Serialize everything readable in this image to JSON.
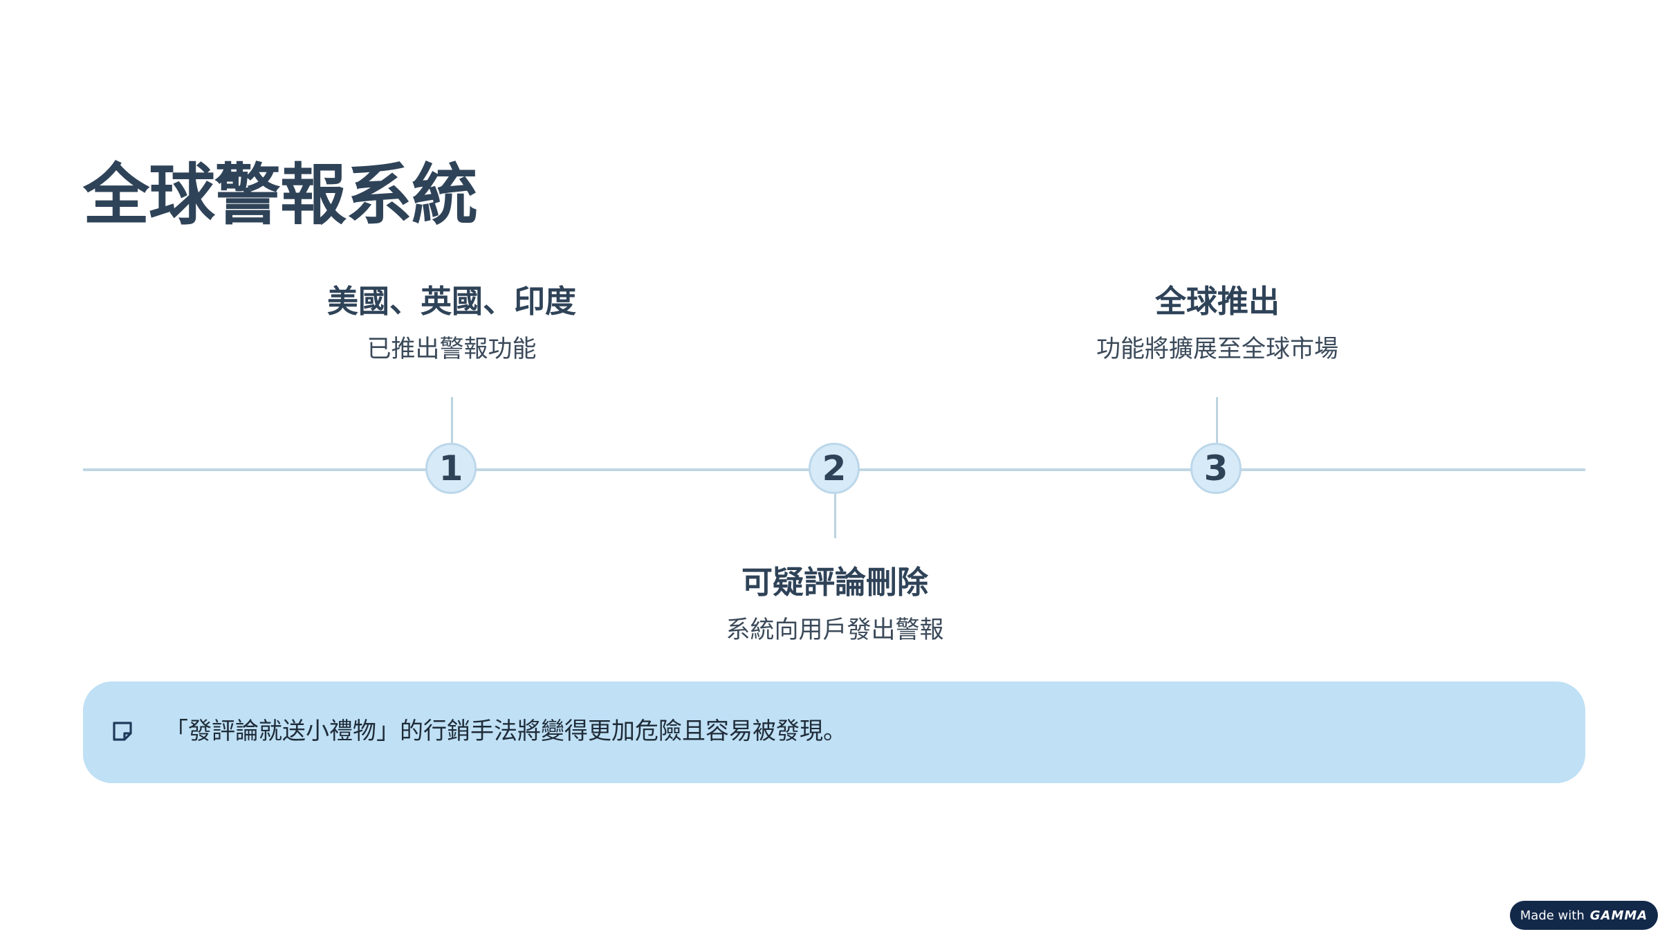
{
  "slide": {
    "title": "全球警報系統"
  },
  "timeline": [
    {
      "number": "1",
      "heading": "美國、英國、印度",
      "description": "已推出警報功能"
    },
    {
      "number": "2",
      "heading": "可疑評論刪除",
      "description": "系統向用戶發出警報"
    },
    {
      "number": "3",
      "heading": "全球推出",
      "description": "功能將擴展至全球市場"
    }
  ],
  "callout": {
    "icon": "sticky-note-icon",
    "text": "「發評論就送小禮物」的行銷手法將變得更加危險且容易被發現。"
  },
  "badge": {
    "prefix": "Made with",
    "brand": "GAMMA"
  },
  "colors": {
    "title": "#2f4358",
    "line": "#c0d6e3",
    "node_fill": "#d6eaf8",
    "callout_bg": "#bfe0f5",
    "badge_bg": "#13294a"
  }
}
